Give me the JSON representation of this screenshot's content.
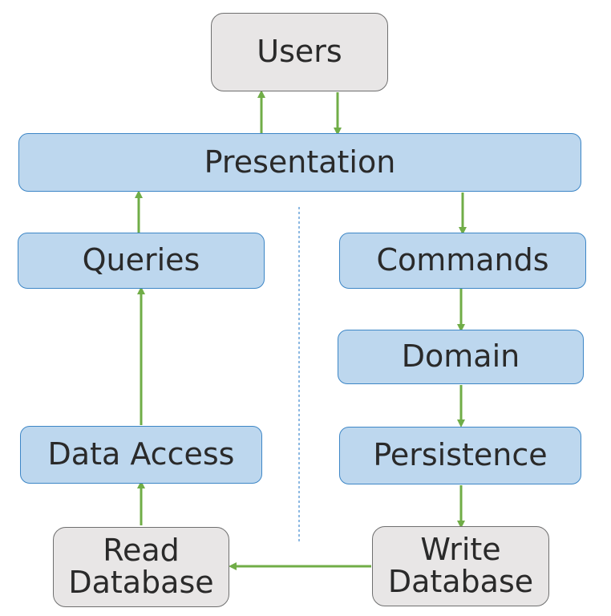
{
  "diagram": {
    "nodes": {
      "users": {
        "label": "Users"
      },
      "presentation": {
        "label": "Presentation"
      },
      "queries": {
        "label": "Queries"
      },
      "commands": {
        "label": "Commands"
      },
      "domain": {
        "label": "Domain"
      },
      "data_access": {
        "label": "Data Access"
      },
      "persistence": {
        "label": "Persistence"
      },
      "read_database": {
        "line1": "Read",
        "line2": "Database"
      },
      "write_database": {
        "line1": "Write",
        "line2": "Database"
      }
    },
    "edges": [
      {
        "from": "presentation",
        "to": "users"
      },
      {
        "from": "users",
        "to": "presentation"
      },
      {
        "from": "queries",
        "to": "presentation"
      },
      {
        "from": "presentation",
        "to": "commands"
      },
      {
        "from": "data_access",
        "to": "queries"
      },
      {
        "from": "commands",
        "to": "domain"
      },
      {
        "from": "domain",
        "to": "persistence"
      },
      {
        "from": "read_database",
        "to": "data_access"
      },
      {
        "from": "persistence",
        "to": "write_database"
      },
      {
        "from": "write_database",
        "to": "read_database"
      }
    ],
    "colors": {
      "layer_fill": "#bdd7ee",
      "layer_border": "#3d86c6",
      "endpoint_fill": "#e8e6e6",
      "endpoint_border": "#6f6f6f",
      "arrow": "#70ad47",
      "divider": "#5b9bd5",
      "text": "#2a2a2a"
    }
  }
}
